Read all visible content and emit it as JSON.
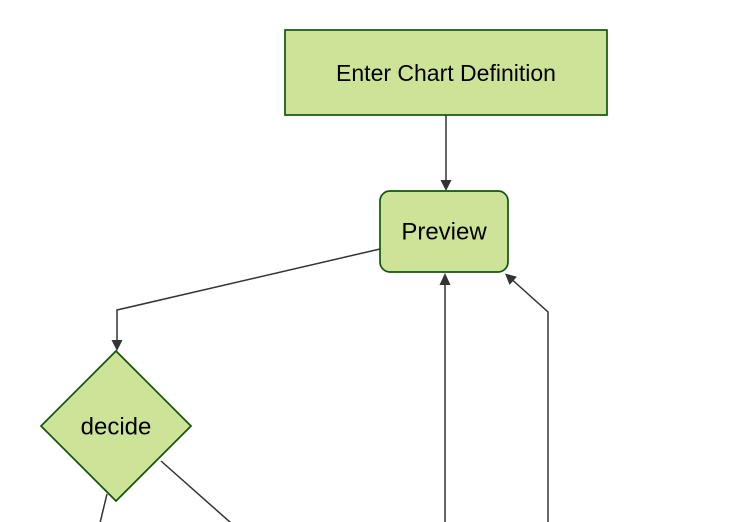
{
  "diagram": {
    "type": "flowchart",
    "direction": "top-down",
    "background": "#ffffff",
    "nodes": [
      {
        "id": "enter-chart-definition",
        "label": "Enter Chart Definition",
        "shape": "rectangle"
      },
      {
        "id": "preview",
        "label": "Preview",
        "shape": "rounded-rectangle"
      },
      {
        "id": "decide",
        "label": "decide",
        "shape": "diamond"
      }
    ],
    "edges": [
      {
        "from": "enter-chart-definition",
        "to": "preview",
        "arrowhead": true,
        "enters_at": "preview-top"
      },
      {
        "from": "preview",
        "to": "decide",
        "arrowhead": true,
        "enters_at": "decide-top-vertex"
      },
      {
        "from": "offscreen-bottom",
        "to": "preview",
        "arrowhead": true,
        "enters_at": "preview-bottom"
      },
      {
        "from": "offscreen-bottom-right",
        "to": "preview",
        "arrowhead": true,
        "enters_at": "preview-bottom-right-corner"
      },
      {
        "from": "decide",
        "to": "offscreen-bottom-left",
        "arrowhead": false,
        "exits_at": "decide-bottom-vertex"
      },
      {
        "from": "decide",
        "to": "offscreen-bottom-right",
        "arrowhead": false,
        "exits_at": "decide-lower-right-edge"
      }
    ],
    "colors": {
      "node_fill": "#cde498",
      "node_border": "#13540c",
      "edge_stroke": "#333333",
      "text": "#000000",
      "background": "#ffffff"
    }
  }
}
